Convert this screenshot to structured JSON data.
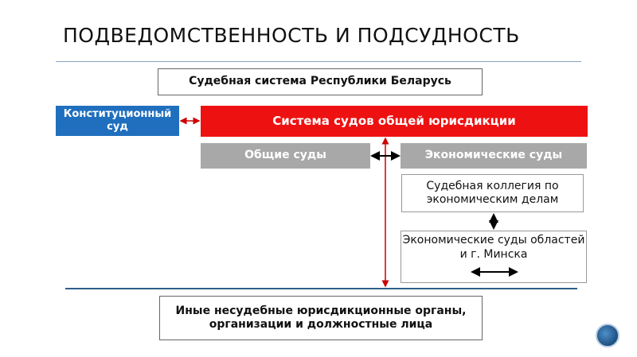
{
  "title": "ПОДВЕДОМСТВЕННОСТЬ И ПОДСУДНОСТЬ",
  "boxes": {
    "top": "Судебная система Республики Беларусь",
    "constitutional": "Конституционный суд",
    "general_jurisdiction": "Система судов общей юрисдикции",
    "general_courts": "Общие суды",
    "economic_courts": "Экономические суды",
    "economic_collegium": "Судебная коллегия по экономическим делам",
    "regional_economic": "Экономические суды областей и г. Минска",
    "other_bodies": "Иные несудебные юрисдикционные органы, организации и должностные лица"
  },
  "colors": {
    "accent_blue": "#1f6fbe",
    "accent_red": "#ee1111",
    "grey": "#a8a8a8",
    "rule": "#2e5f8a"
  },
  "icons": {
    "globe": "globe-icon"
  }
}
